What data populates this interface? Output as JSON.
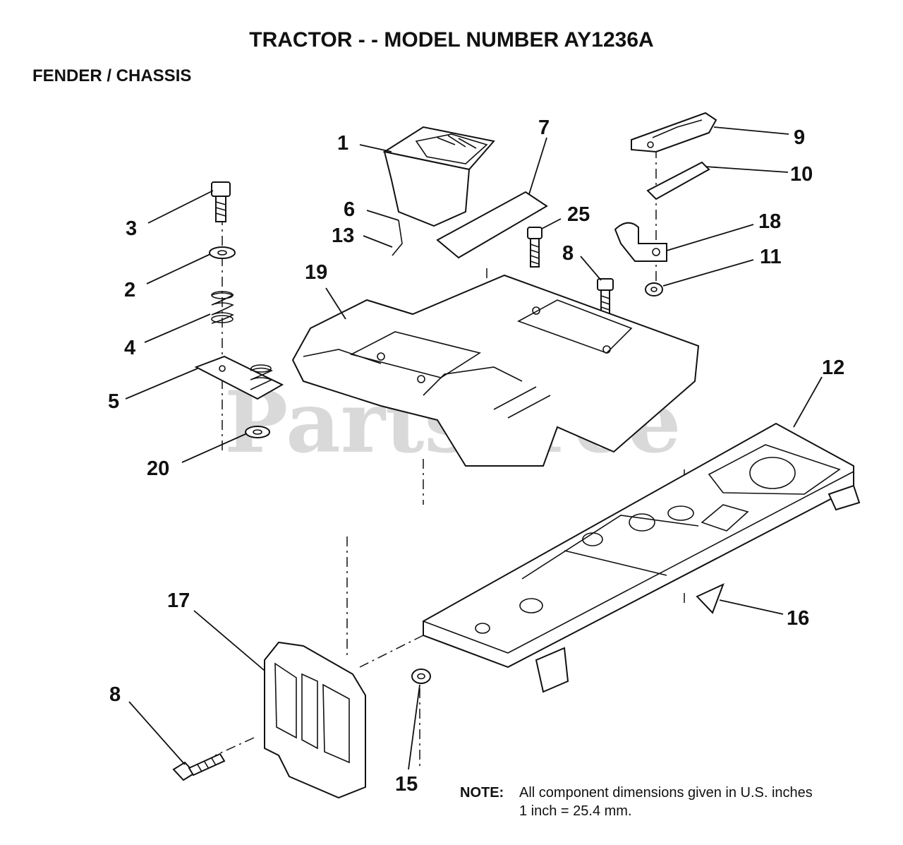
{
  "title": "TRACTOR - - MODEL NUMBER AY1236A",
  "subtitle": "FENDER / CHASSIS",
  "watermark": "PartsTree",
  "note": {
    "label": "NOTE:",
    "line1": "All component dimensions given in U.S. inches",
    "line2": "1 inch = 25.4 mm."
  },
  "callouts": {
    "c1": "1",
    "c2": "2",
    "c3": "3",
    "c4": "4",
    "c5": "5",
    "c6": "6",
    "c7": "7",
    "c8a": "8",
    "c8b": "8",
    "c9": "9",
    "c10": "10",
    "c11": "11",
    "c12": "12",
    "c13": "13",
    "c15": "15",
    "c16": "16",
    "c17": "17",
    "c18": "18",
    "c19": "19",
    "c20": "20",
    "c25": "25"
  }
}
